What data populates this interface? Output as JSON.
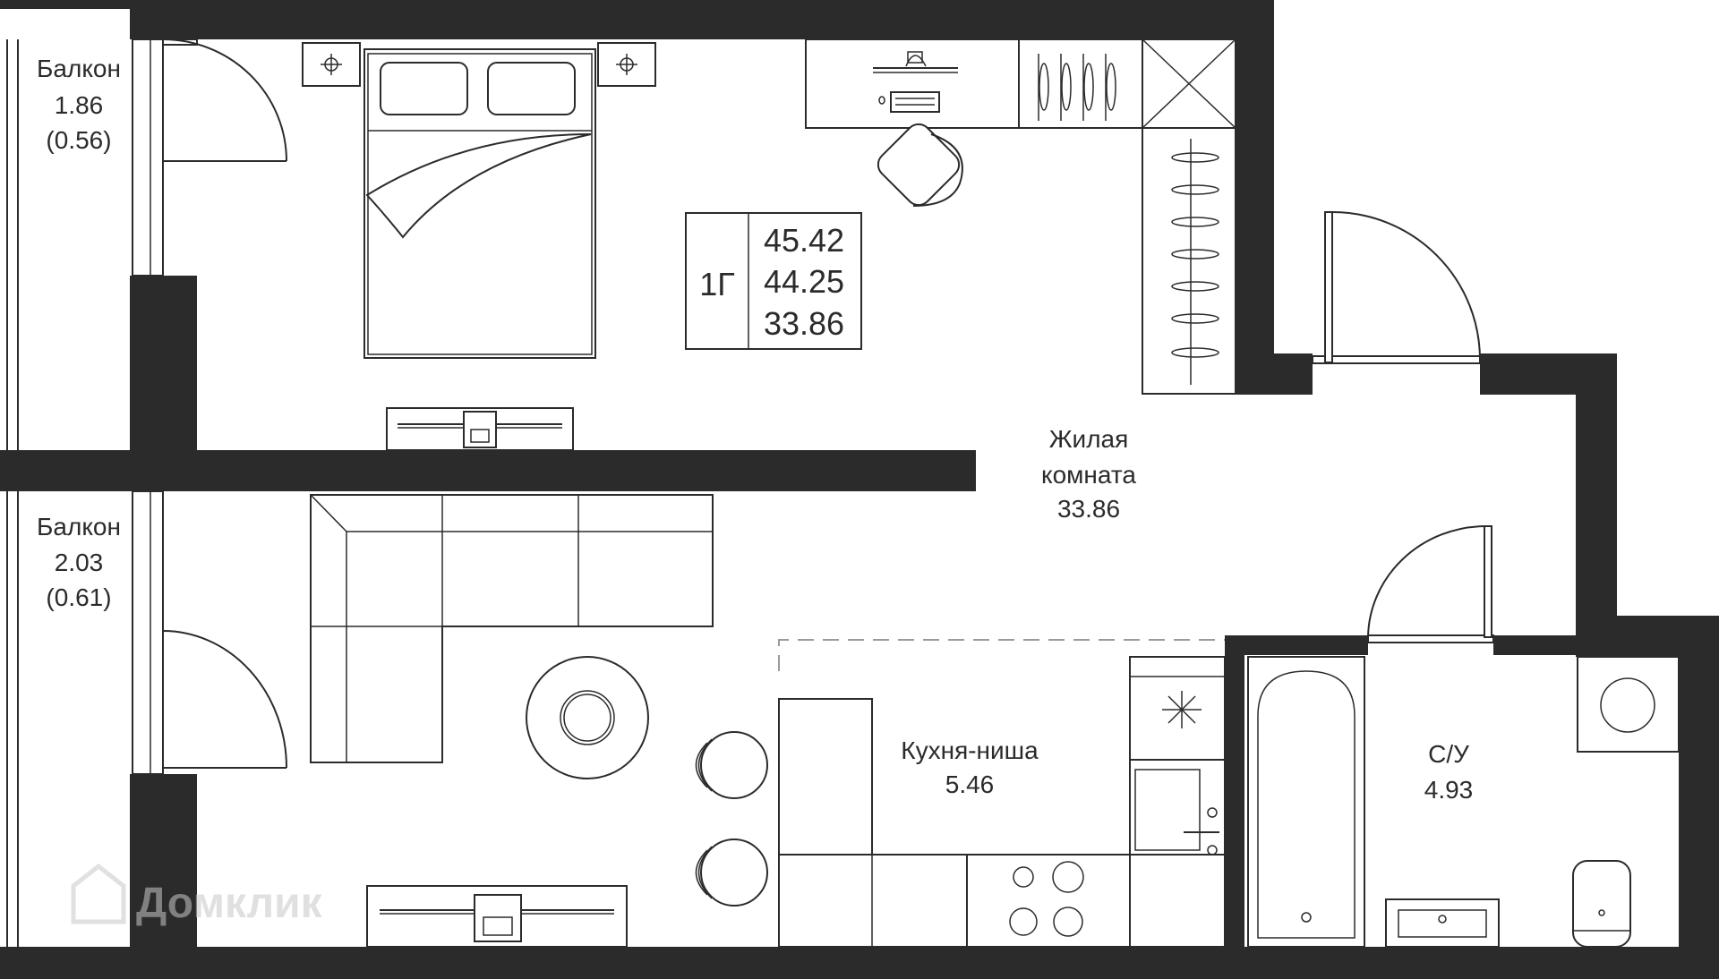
{
  "colors": {
    "wall": "#2b2b2b",
    "line": "#2b2b2b",
    "background": "#ffffff",
    "watermark": "#c8c8c8"
  },
  "rooms": {
    "balcony_top": {
      "name": "Балкон",
      "area": "1.86",
      "area_coef": "(0.56)"
    },
    "balcony_bottom": {
      "name": "Балкон",
      "area": "2.03",
      "area_coef": "(0.61)"
    },
    "living": {
      "name_line1": "Жилая",
      "name_line2": "комната",
      "area": "33.86"
    },
    "kitchen": {
      "name": "Кухня-ниша",
      "area": "5.46"
    },
    "bathroom": {
      "name": "С/У",
      "area": "4.93"
    }
  },
  "summary": {
    "type": "1Г",
    "total_area": "45.42",
    "area_no_balcony": "44.25",
    "living_area": "33.86"
  },
  "watermark": {
    "text": "Домклик",
    "icon": "house-logo-icon"
  }
}
